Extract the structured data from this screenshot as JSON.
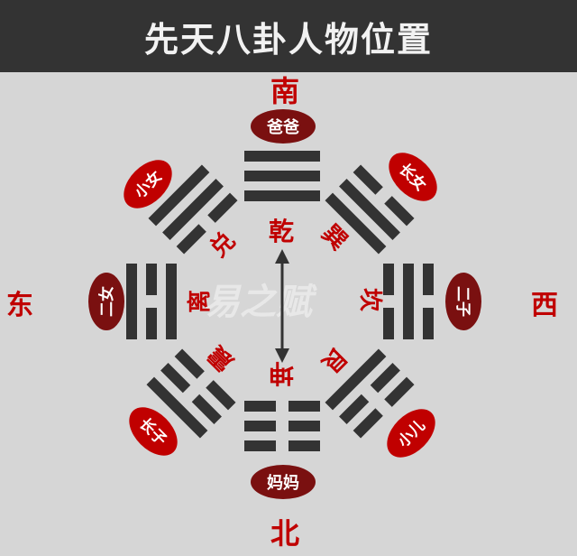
{
  "title": "先天八卦人物位置",
  "directions": {
    "south": "南",
    "north": "北",
    "east": "东",
    "west": "西"
  },
  "trigrams": {
    "qian": {
      "name": "乾",
      "person": "爸爸",
      "lines": [
        1,
        1,
        1
      ]
    },
    "xun": {
      "name": "巽",
      "person": "长女",
      "lines": [
        1,
        1,
        0
      ]
    },
    "kan": {
      "name": "坎",
      "person": "二子",
      "lines": [
        0,
        1,
        0
      ]
    },
    "gen": {
      "name": "艮",
      "person": "小儿",
      "lines": [
        1,
        0,
        0
      ]
    },
    "kun": {
      "name": "坤",
      "person": "妈妈",
      "lines": [
        0,
        0,
        0
      ]
    },
    "zhen": {
      "name": "震",
      "person": "长子",
      "lines": [
        0,
        0,
        1
      ]
    },
    "li": {
      "name": "离",
      "person": "二女",
      "lines": [
        1,
        0,
        1
      ]
    },
    "dui": {
      "name": "兑",
      "person": "小女",
      "lines": [
        0,
        1,
        1
      ]
    }
  },
  "watermark": "易之赋",
  "colors": {
    "red": "#c00000",
    "dark_red": "#7a1010",
    "bars": "#333333",
    "background": "#d6d6d6",
    "title_bar": "#333333"
  }
}
